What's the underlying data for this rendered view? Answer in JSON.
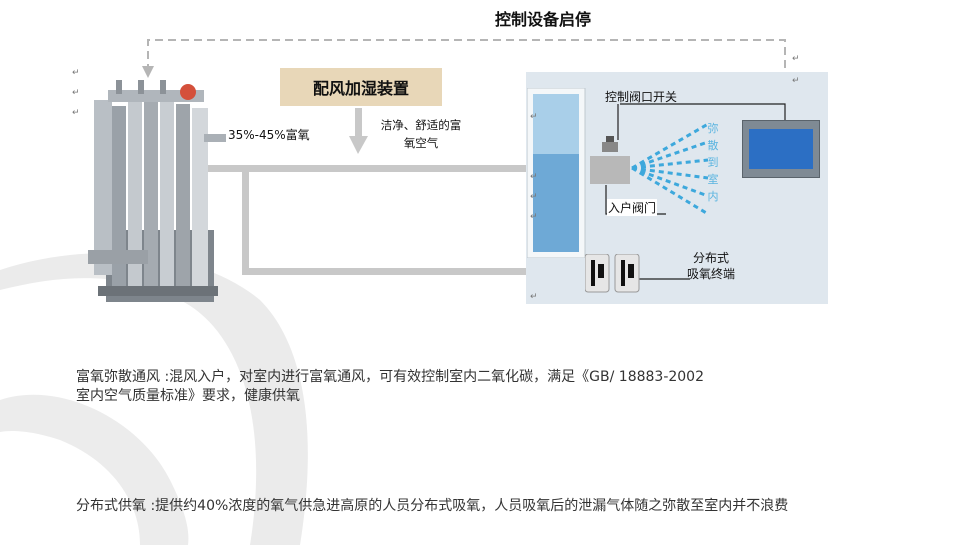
{
  "diagram": {
    "title": "控制设备启停",
    "air_box_label": "配风加湿装置",
    "air_desc_line1": "洁净、舒适的富",
    "air_desc_line2": "氧空气",
    "o2_label": "35%-45%富氧",
    "valve_switch_label": "控制阀口开关",
    "inlet_valve_label": "入户阀门",
    "spread_text": [
      "弥",
      "散",
      "到",
      "室",
      "内"
    ],
    "terminal_label_line1": "分布式",
    "terminal_label_line2": "吸氧终端",
    "colors": {
      "arrow": "#c8c8c8",
      "dashed": "#b5b5b5",
      "room": "#dfe7ee",
      "spray": "#3da8dc",
      "air_box": "#e8d7b8"
    }
  },
  "paragraphs": {
    "p1_line1": "富氧弥散通风 :混风入户，对室内进行富氧通风，可有效控制室内二氧化碳，满足《GB/ 18883-2002",
    "p1_line2": "室内空气质量标准》要求，健康供氧",
    "p2": "分布式供氧 :提供约40%浓度的氧气供急进高原的人员分布式吸氧，人员吸氧后的泄漏气体随之弥散至室内并不浪费"
  }
}
